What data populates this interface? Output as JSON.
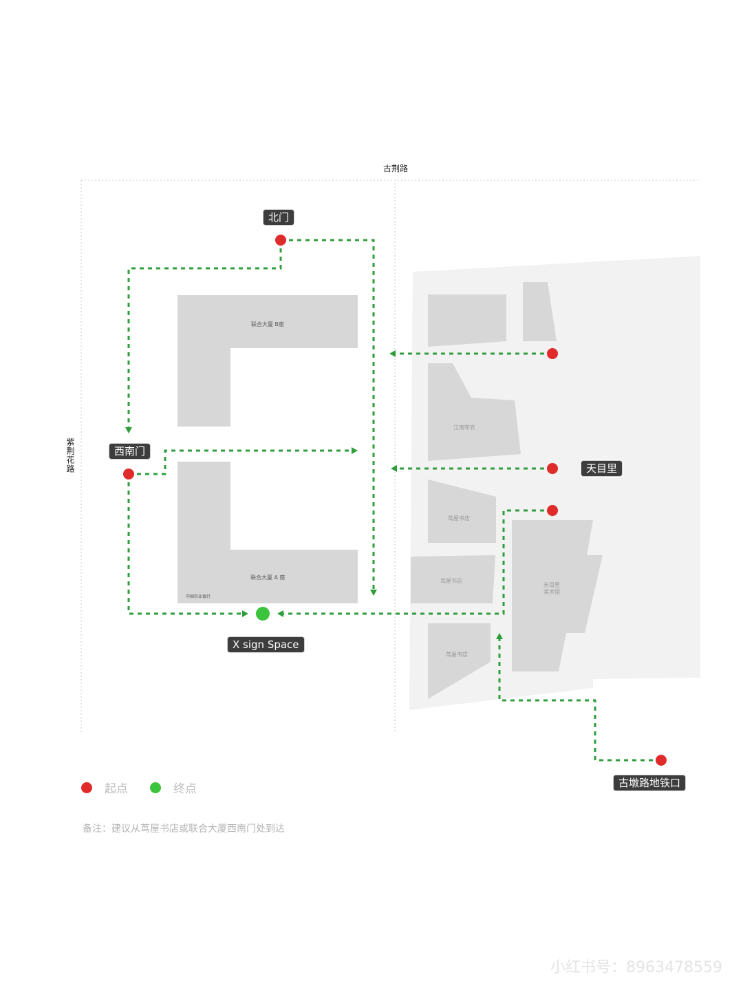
{
  "streets": {
    "top": "古荆路",
    "left": "紫荆花路"
  },
  "gates": {
    "north": "北门",
    "southwest": "西南门",
    "tianmuli": "天目里",
    "metro": "古墩路地铁口",
    "destination": "X sign Space"
  },
  "buildings": {
    "b_block": "联合大厦 B座",
    "a_block": "联合大厦 A 座",
    "bank": "中国农业银行",
    "jiangnan": "江南布衣",
    "tsutaya_1": "茑屋书店",
    "tsutaya_2": "茑屋书店",
    "tsutaya_3": "茑屋书店",
    "museum": "天目里美术馆"
  },
  "legend": {
    "start": "起点",
    "end": "终点"
  },
  "note": "备注：建议从茑屋书店或联合大厦西南门处到达",
  "watermark": "小红书号：8963478559",
  "colors": {
    "start": "#e02b2b",
    "end": "#3cc43c",
    "path": "#2e9e3a",
    "building": "#d7d7d7",
    "block": "#f2f2f2",
    "label_bg": "#3d3d3d"
  }
}
